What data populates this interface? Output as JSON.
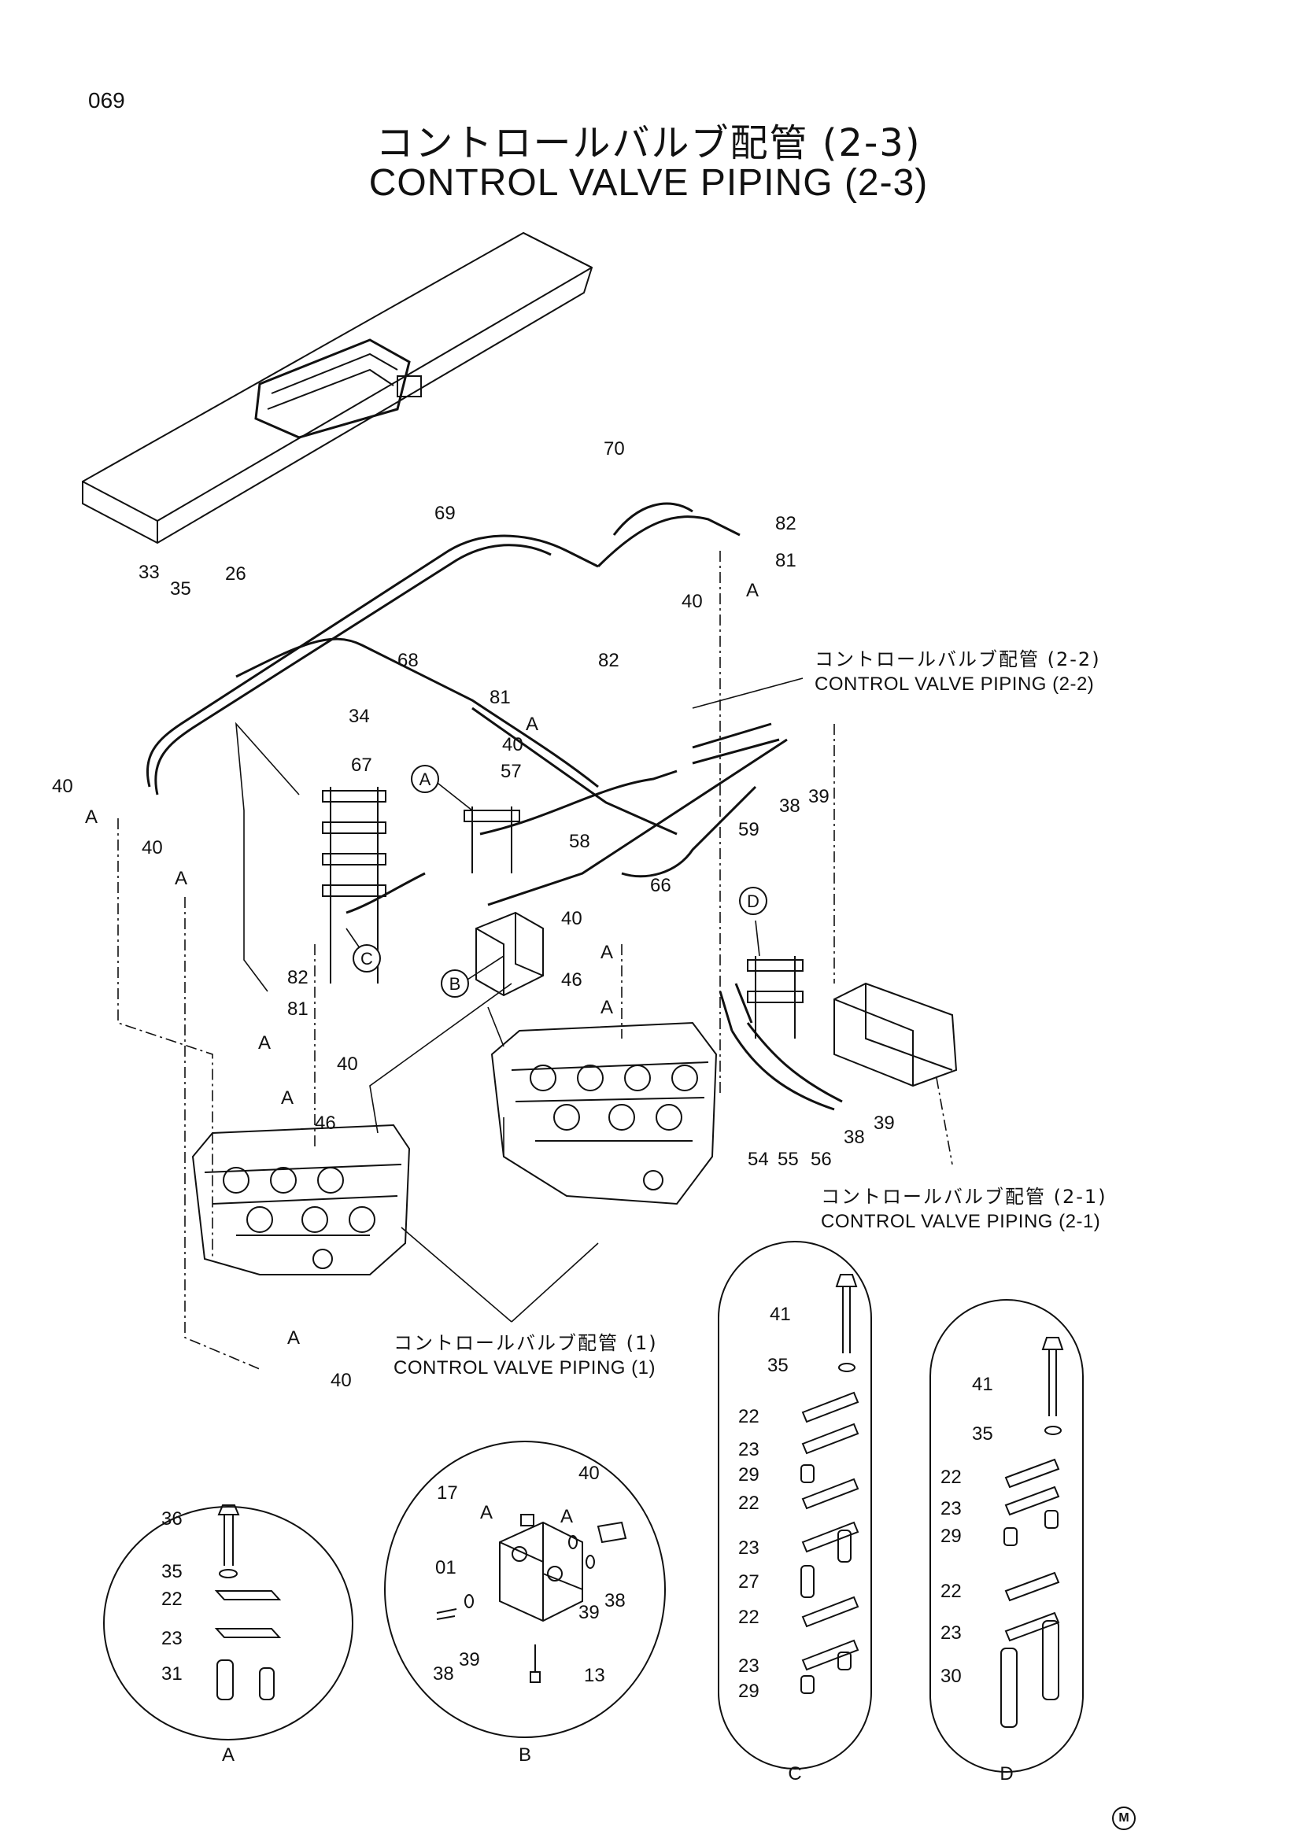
{
  "page": {
    "number": "069",
    "mark": "M"
  },
  "title": {
    "jp": "コントロールバルブ配管 (2-3)",
    "en": "CONTROL VALVE PIPING (2-3)"
  },
  "references": [
    {
      "jp": "コントロールバルブ配管 (2-2)",
      "en": "CONTROL VALVE PIPING (2-2)"
    },
    {
      "jp": "コントロールバルブ配管 (2-1)",
      "en": "CONTROL VALVE PIPING (2-1)"
    },
    {
      "jp": "コントロールバルブ配管 (1)",
      "en": "CONTROL VALVE PIPING (1)"
    }
  ],
  "detail_tags": [
    "A",
    "B",
    "C",
    "D"
  ],
  "part_numbers": {
    "main": [
      "70",
      "69",
      "82",
      "81",
      "A",
      "40",
      "33",
      "35",
      "26",
      "68",
      "34",
      "82",
      "81",
      "A",
      "40",
      "67",
      "40",
      "A",
      "57",
      "59",
      "38",
      "39",
      "58",
      "40",
      "A",
      "66",
      "40",
      "A",
      "46",
      "A",
      "82",
      "81",
      "A",
      "40",
      "A",
      "46",
      "38",
      "39",
      "54",
      "55",
      "56",
      "A",
      "40"
    ],
    "detail_a": [
      "36",
      "35",
      "22",
      "23",
      "31"
    ],
    "detail_b": [
      "17",
      "A",
      "40",
      "A",
      "01",
      "39",
      "38",
      "38",
      "39",
      "13"
    ],
    "detail_c": [
      "41",
      "35",
      "22",
      "23",
      "29",
      "22",
      "23",
      "27",
      "22",
      "23",
      "29"
    ],
    "detail_d": [
      "41",
      "35",
      "22",
      "23",
      "29",
      "22",
      "23",
      "30"
    ]
  }
}
